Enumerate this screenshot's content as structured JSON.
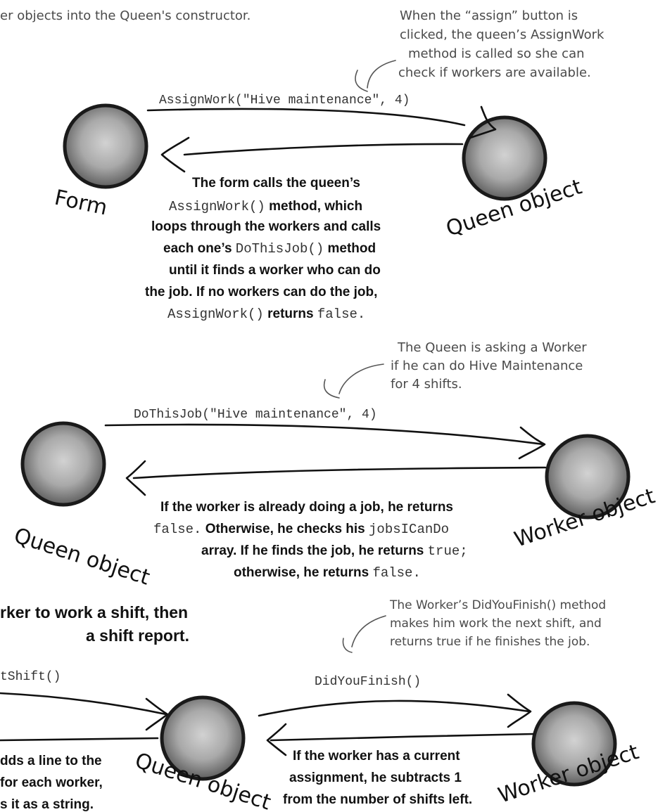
{
  "colors": {
    "ink": "#111111",
    "note": "#4a4a4a",
    "code": "#333333",
    "sphere_light": "#d2d2d2",
    "sphere_dark": "#5c5c5c"
  },
  "top_intro": "er objects into the Queen's constructor.",
  "section1": {
    "note": [
      "When the “assign” button is",
      "clicked, the queen’s AssignWork",
      "method is called so she can",
      "check if workers are available."
    ],
    "call": "AssignWork(\"Hive maintenance\", 4)",
    "left_label": "Form",
    "right_label": "Queen object",
    "desc": {
      "l1": "The form calls the queen’s",
      "l2_code": "AssignWork()",
      "l2_text": " method, which",
      "l3": "loops through the workers and calls",
      "l4_text": "each one’s ",
      "l4_code": "DoThisJob()",
      "l4_text2": " method",
      "l5": "until it finds a worker who can do",
      "l6": "the job. If no workers can do the job,",
      "l7_code": "AssignWork()",
      "l7_text": " returns ",
      "l7_code2": "false."
    }
  },
  "section2": {
    "note": [
      "The Queen is asking a Worker",
      "if he can do Hive Maintenance",
      "for 4 shifts."
    ],
    "call": "DoThisJob(\"Hive maintenance\", 4)",
    "left_label": "Queen object",
    "right_label": "Worker object",
    "desc": {
      "l1": "If the worker is already doing a job, he returns",
      "l2_code": "false.",
      "l2_text": " Otherwise, he checks his ",
      "l2_code2": "jobsICanDo",
      "l3_text": "array. If he finds the job, he returns ",
      "l3_code": "true;",
      "l4_text": "otherwise, he returns ",
      "l4_code": "false."
    }
  },
  "section3": {
    "heading": [
      "rker to work a shift, then",
      "a shift report."
    ],
    "note": [
      "The Worker’s DidYouFinish() method",
      "makes him work the next shift, and",
      "returns true if he finishes the job."
    ],
    "left_call": "tShift()",
    "call": "DidYouFinish()",
    "middle_label": "Queen object",
    "right_label": "Worker object",
    "left_desc": [
      "dds a line to the",
      "for each worker,",
      "s it as a string."
    ],
    "desc": [
      "If the worker has a current",
      "assignment, he subtracts 1",
      "from the number of shifts left."
    ]
  }
}
